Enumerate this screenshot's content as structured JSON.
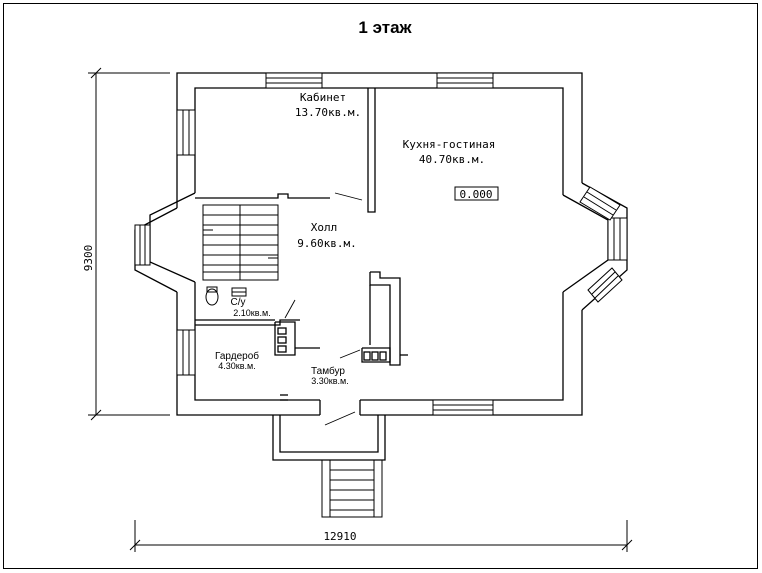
{
  "title": "1 этаж",
  "rooms": [
    {
      "name": "Кабинет",
      "area": "13.70кв.м."
    },
    {
      "name": "Кухня-гостиная",
      "area": "40.70кв.м."
    },
    {
      "name": "Холл",
      "area": "9.60кв.м."
    },
    {
      "name": "С/у",
      "area": "2.10кв.м."
    },
    {
      "name": "Гардероб",
      "area": "4.30кв.м."
    },
    {
      "name": "Тамбур",
      "area": "3.30кв.м."
    }
  ],
  "level_mark": "0.000",
  "dimensions": {
    "height": "9300",
    "width": "12910"
  }
}
